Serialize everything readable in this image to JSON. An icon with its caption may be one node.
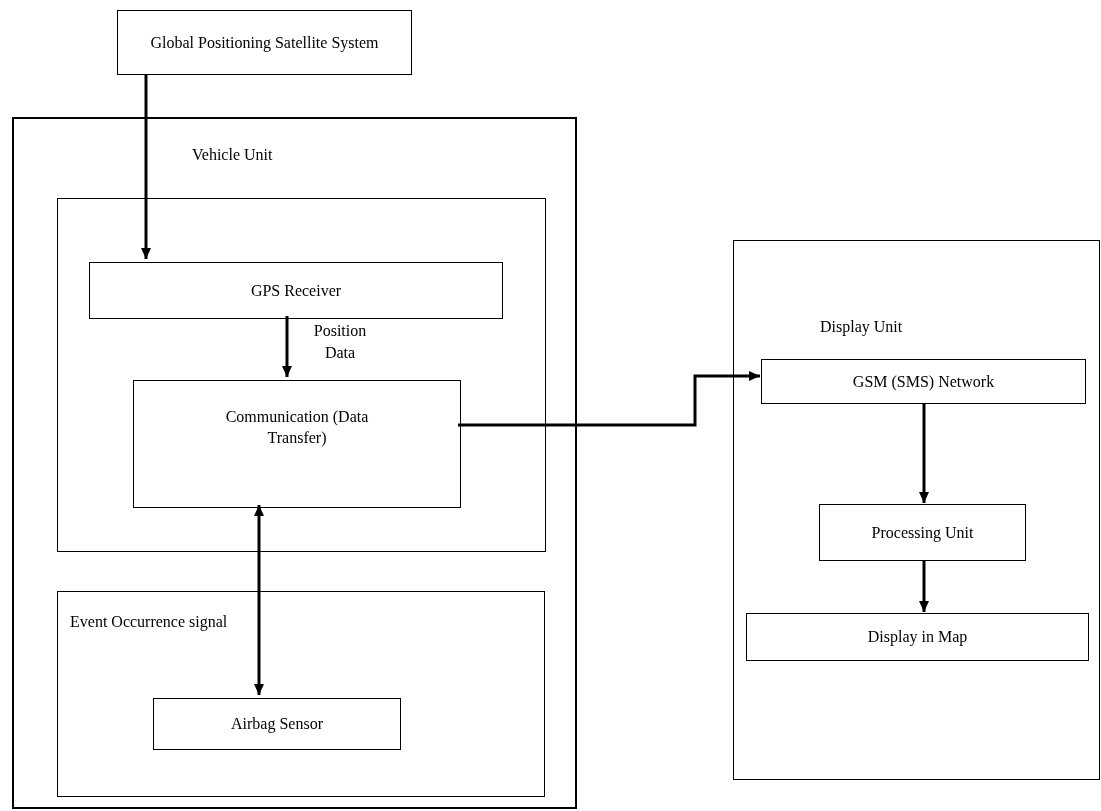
{
  "diagram": {
    "nodes": [
      {
        "text": [
          "Global Positioning Satellite System"
        ]
      },
      {
        "text": [
          "Vehicle Unit"
        ]
      },
      {
        "text": [],
        "shape": "box",
        "in": 1
      },
      {
        "text": [
          "GPS Receiver"
        ],
        "in": 2
      },
      {
        "text": [
          "Communication (Data Transfer)"
        ],
        "in": 2
      },
      {
        "text": [
          "Event Occurrence signal"
        ],
        "in": 1
      },
      {
        "text": [
          "Airbag Sensor"
        ],
        "in": 5
      },
      {
        "text": [
          "Display Unit"
        ]
      },
      {
        "text": [
          "GSM (SMS) Network"
        ],
        "in": 7
      },
      {
        "text": [
          "Processing Unit"
        ],
        "in": 7
      },
      {
        "text": [
          "Display in Map"
        ],
        "in": 7
      }
    ],
    "edges": [
      {
        "from": 0,
        "to": 3,
        "arrow": "to"
      },
      {
        "from": 3,
        "to": 4,
        "arrow": "to",
        "label": "Position Data"
      },
      {
        "from": 4,
        "to": 6,
        "arrow": "both"
      },
      {
        "from": 4,
        "to": 8,
        "arrow": "to"
      },
      {
        "from": 8,
        "to": 9,
        "arrow": "to"
      },
      {
        "from": 9,
        "to": 10,
        "arrow": "to"
      }
    ]
  }
}
